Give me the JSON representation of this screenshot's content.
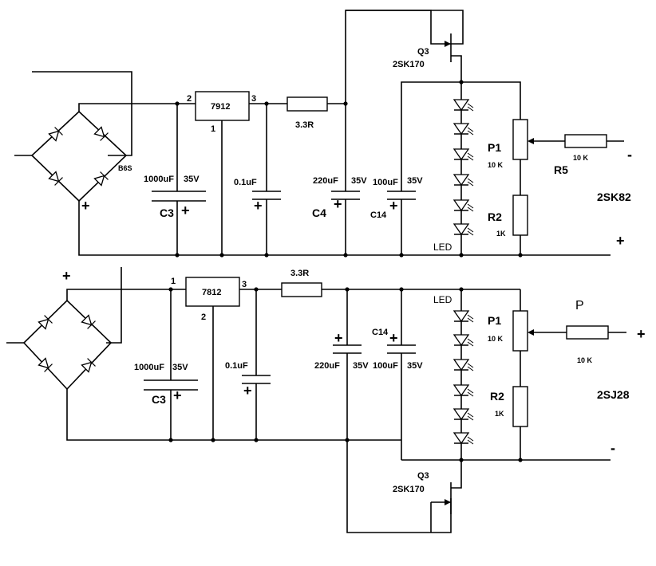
{
  "upper": {
    "bridge_label": "B6S",
    "regulator": "7912",
    "reg_pin_in": "2",
    "reg_pin_out": "3",
    "reg_pin_gnd": "1",
    "series_resistor": "3.3R",
    "c_bulk_value": "1000uF",
    "c_bulk_voltage": "35V",
    "c_bulk_name": "C3",
    "c_decouple": "0.1uF",
    "c4_value": "220uF",
    "c4_voltage": "35V",
    "c4_name": "C4",
    "c14_value": "100uF",
    "c14_voltage": "35V",
    "c14_name": "C14",
    "led_label": "LED",
    "fet_name": "Q3",
    "fet_part": "2SK170",
    "pot_name": "P1",
    "pot_value": "10 K",
    "r2_name": "R2",
    "r2_value": "1K",
    "r5_value": "10 K",
    "r5_name": "R5",
    "target_device": "2SK82",
    "bridge_plus": "+",
    "out_minus": "-",
    "out_plus": "+"
  },
  "lower": {
    "regulator": "7812",
    "reg_pin_in": "1",
    "reg_pin_out": "3",
    "reg_pin_gnd": "2",
    "series_resistor": "3.3R",
    "c_bulk_value": "1000uF",
    "c_bulk_voltage": "35V",
    "c_bulk_name": "C3",
    "c_decouple": "0.1uF",
    "c4_value": "220uF",
    "c4_voltage": "35V",
    "c14_value": "100uF",
    "c14_voltage": "35V",
    "c14_name": "C14",
    "led_label": "LED",
    "fet_name": "Q3",
    "fet_part": "2SK170",
    "pot_name": "P1",
    "pot_value": "10 K",
    "r2_name": "R2",
    "r2_value": "1K",
    "r_out_value": "10 K",
    "r_out_name": "P",
    "target_device": "2SJ28",
    "bridge_plus": "+",
    "out_plus": "+",
    "out_minus": "-"
  }
}
